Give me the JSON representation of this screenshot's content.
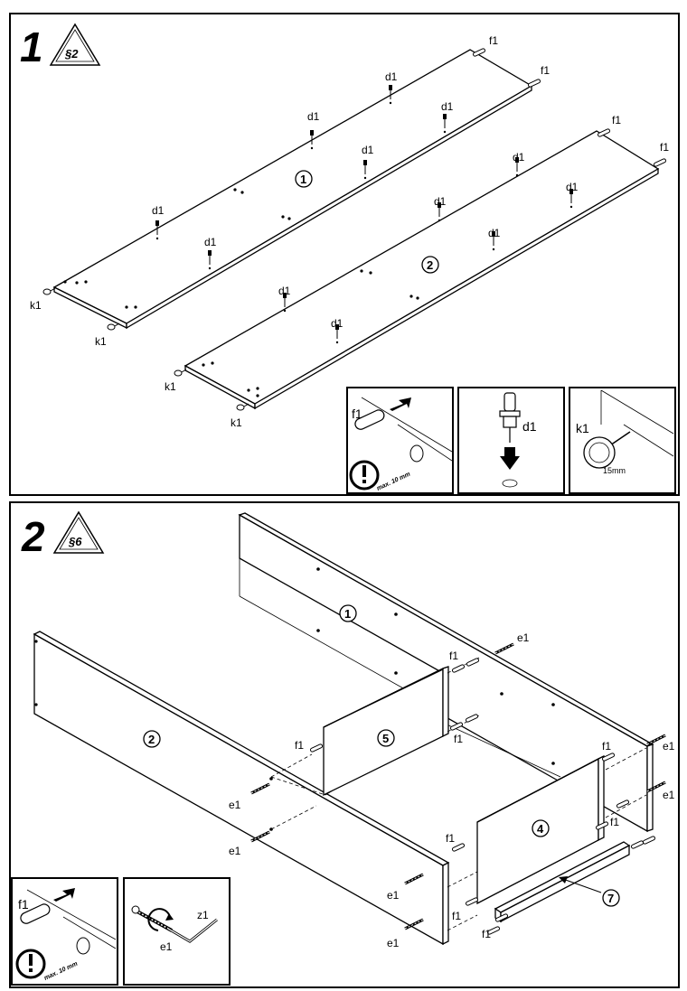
{
  "steps": [
    {
      "number": "1",
      "badge": "§2"
    },
    {
      "number": "2",
      "badge": "§6"
    }
  ],
  "step1": {
    "panel_labels": [
      "1",
      "2"
    ],
    "hardware": {
      "dowel": "f1",
      "pin": "d1",
      "glide": "k1"
    },
    "inset_dowel": {
      "label": "f1",
      "note": "max. 10 mm"
    },
    "inset_pin": {
      "label": "d1"
    },
    "inset_glide": {
      "label": "k1",
      "size": "15mm"
    }
  },
  "step2": {
    "panel_labels": [
      "1",
      "2",
      "5",
      "4",
      "7"
    ],
    "hardware": {
      "dowel": "f1",
      "cam_bolt": "e1",
      "tool": "z1"
    },
    "inset_dowel": {
      "label": "f1",
      "note": "max. 10 mm"
    },
    "inset_bolt": {
      "label": "e1",
      "tool": "z1"
    }
  }
}
